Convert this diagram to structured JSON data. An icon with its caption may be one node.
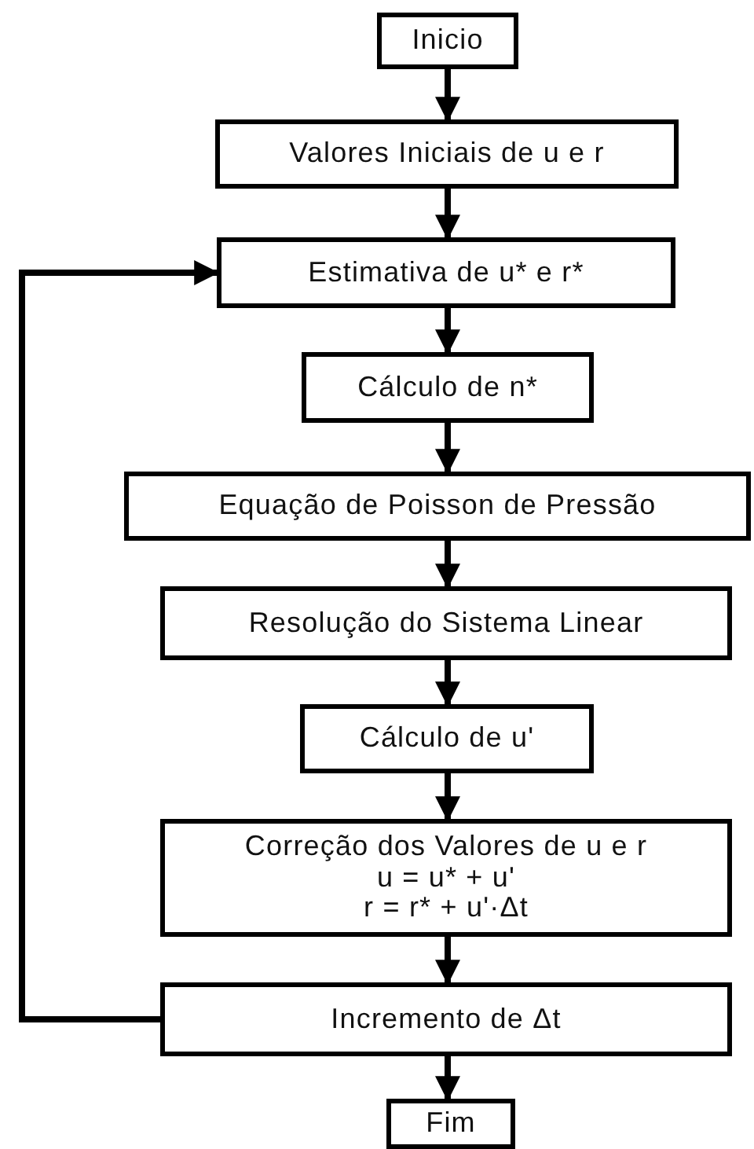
{
  "diagram": {
    "nodes": [
      {
        "text": [
          "Inicio"
        ]
      },
      {
        "text": [
          "Valores Iniciais de u e r"
        ]
      },
      {
        "text": [
          "Estimativa de u* e r*"
        ]
      },
      {
        "text": [
          "Cálculo de n*"
        ]
      },
      {
        "text": [
          "Equação de Poisson de Pressão"
        ]
      },
      {
        "text": [
          "Resolução do Sistema Linear"
        ]
      },
      {
        "text": [
          "Cálculo de u'"
        ]
      },
      {
        "text": [
          "Correção dos Valores de u e r",
          "u = u* + u'",
          "r = r* + u'·Δt"
        ]
      },
      {
        "text": [
          "Incremento de Δt"
        ]
      },
      {
        "text": [
          "Fim"
        ]
      }
    ],
    "edges": [
      {
        "from": 0,
        "to": 1,
        "arrow": "to"
      },
      {
        "from": 1,
        "to": 2,
        "arrow": "to"
      },
      {
        "from": 2,
        "to": 3,
        "arrow": "to"
      },
      {
        "from": 3,
        "to": 4,
        "arrow": "to"
      },
      {
        "from": 4,
        "to": 5,
        "arrow": "to"
      },
      {
        "from": 5,
        "to": 6,
        "arrow": "to"
      },
      {
        "from": 6,
        "to": 7,
        "arrow": "to"
      },
      {
        "from": 7,
        "to": 8,
        "arrow": "to"
      },
      {
        "from": 8,
        "to": 9,
        "arrow": "to"
      },
      {
        "from": 8,
        "to": 2,
        "arrow": "to"
      }
    ]
  }
}
